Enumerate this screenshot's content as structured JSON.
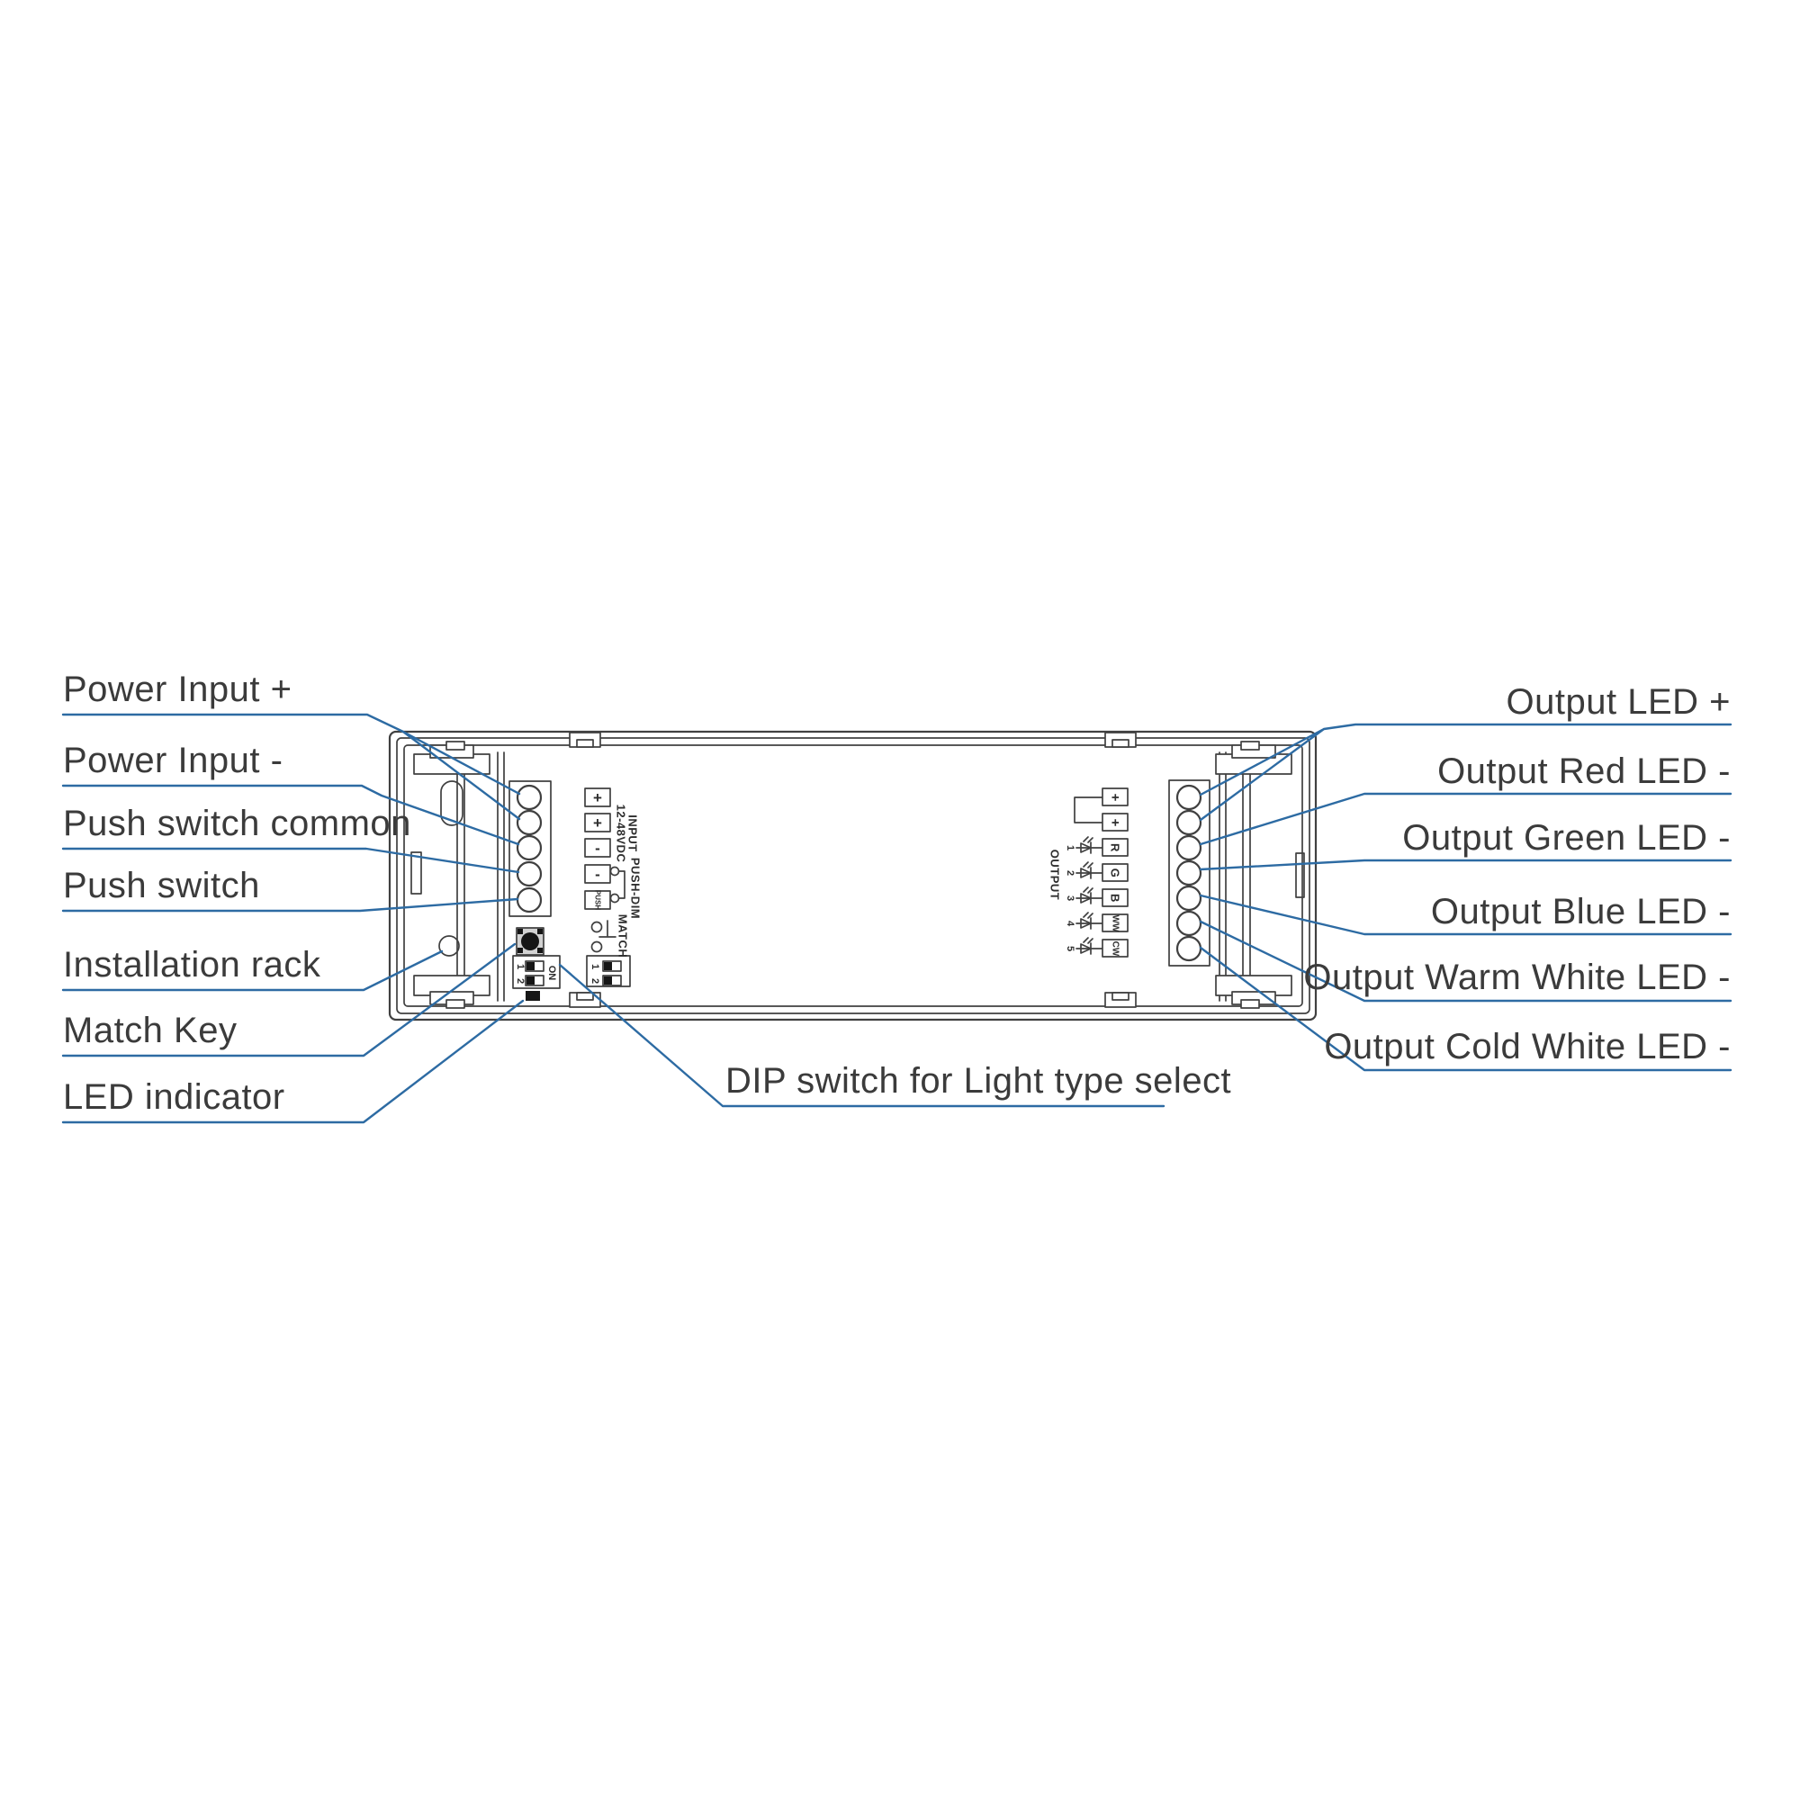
{
  "colors": {
    "line_art": "#404040",
    "leader_blue": "#2d6ba3",
    "label_text": "#3b3b3b",
    "background": "#ffffff"
  },
  "callouts": {
    "left": [
      {
        "label": "Power Input +"
      },
      {
        "label": "Power Input -"
      },
      {
        "label": "Push switch common"
      },
      {
        "label": "Push switch"
      },
      {
        "label": "Installation rack"
      },
      {
        "label": "Match Key"
      },
      {
        "label": "LED indicator"
      }
    ],
    "right": [
      {
        "label": "Output LED +"
      },
      {
        "label": "Output Red LED -"
      },
      {
        "label": "Output Green LED -"
      },
      {
        "label": "Output Blue LED -"
      },
      {
        "label": "Output Warm White LED -"
      },
      {
        "label": "Output Cold White LED -"
      }
    ],
    "bottom": {
      "label": "DIP switch for Light type select"
    }
  },
  "device": {
    "input": {
      "terminal_labels": [
        "+",
        "+",
        "-",
        "-",
        "PUSH"
      ],
      "caption_line1": "INPUT",
      "caption_line2": "12-48VDC",
      "push_dim_caption": "PUSH-DIM"
    },
    "match_caption": "MATCH",
    "dip_switch": {
      "on_label": "ON",
      "position_labels": [
        "1",
        "2"
      ]
    },
    "dip_legend": {
      "position_labels": [
        "1",
        "2"
      ]
    },
    "output": {
      "caption": "OUTPUT",
      "channel_numbers": [
        "1",
        "2",
        "3",
        "4",
        "5"
      ],
      "terminal_labels": [
        "+",
        "+",
        "R",
        "G",
        "B",
        "WW",
        "CW"
      ]
    }
  }
}
